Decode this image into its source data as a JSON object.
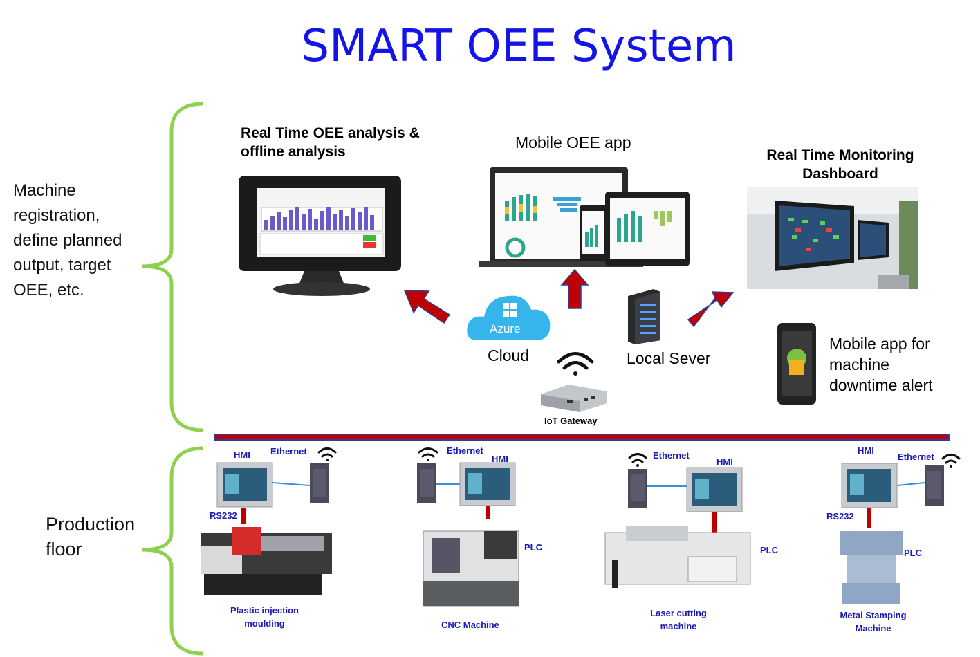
{
  "title": "SMART OEE System",
  "left_top_text": "Machine registration, define planned output, target OEE, etc.",
  "left_bottom_text": "Production floor",
  "top": {
    "oee_analysis": "Real Time OEE analysis & offline analysis",
    "mobile_app": "Mobile OEE app",
    "dashboard": "Real Time Monitoring Dashboard",
    "cloud_brand": "Azure",
    "cloud": "Cloud",
    "local_server": "Local Sever",
    "iot_gateway": "IoT Gateway",
    "alert_app": "Mobile app for machine downtime alert"
  },
  "machines": [
    {
      "hmi": "HMI",
      "ethernet": "Ethernet",
      "link": "RS232",
      "plc": "",
      "name": "Plastic injection moulding"
    },
    {
      "hmi": "HMI",
      "ethernet": "Ethernet",
      "link": "",
      "plc": "PLC",
      "name": "CNC Machine"
    },
    {
      "hmi": "HMI",
      "ethernet": "Ethernet",
      "link": "",
      "plc": "PLC",
      "name": "Laser cutting machine"
    },
    {
      "hmi": "HMI",
      "ethernet": "Ethernet",
      "link": "RS232",
      "plc": "PLC",
      "name": "Metal Stamping Machine"
    }
  ],
  "colors": {
    "title": "#1414e6",
    "bracket": "#8fd14f",
    "arrow": "#c00000",
    "bus_fill": "#c00000",
    "bus_border": "#2f3e9e",
    "label_blue": "#1a1ab8"
  }
}
